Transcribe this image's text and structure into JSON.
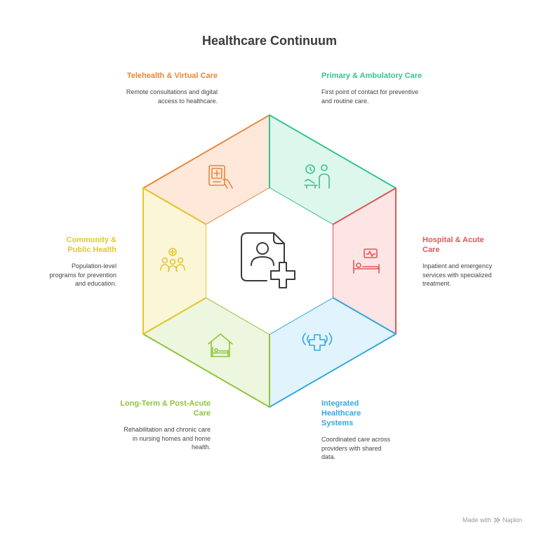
{
  "title": "Healthcare Continuum",
  "segments": [
    {
      "key": "telehealth",
      "title": "Telehealth & Virtual Care",
      "description": "Remote consultations and digital access to healthcare.",
      "color": "#e8863a",
      "fill": "#fde8d9",
      "icon": "tablet-medical-icon"
    },
    {
      "key": "primary",
      "title": "Primary & Ambulatory Care",
      "description": "First point of contact for preventive and routine care.",
      "color": "#35c48b",
      "fill": "#def7ec",
      "icon": "clinic-visit-icon"
    },
    {
      "key": "hospital",
      "title": "Hospital & Acute Care",
      "description": "Inpatient and emergency services with specialized treatment.",
      "color": "#e05757",
      "fill": "#fde5e5",
      "icon": "hospital-bed-icon"
    },
    {
      "key": "integrated",
      "title": "Integrated Healthcare Systems",
      "description": "Coordinated care across providers with shared data.",
      "color": "#33a8e0",
      "fill": "#e1f3fc",
      "icon": "connected-cross-icon"
    },
    {
      "key": "longterm",
      "title": "Long-Term & Post-Acute Care",
      "description": "Rehabilitation and chronic care in nursing homes and home health.",
      "color": "#8fc43a",
      "fill": "#edf6de",
      "icon": "home-bed-icon"
    },
    {
      "key": "community",
      "title": "Community & Public Health",
      "description": "Population-level programs for prevention and education.",
      "color": "#e6c52e",
      "fill": "#fcf6d9",
      "icon": "community-people-icon"
    }
  ],
  "center_icon": "patient-record-icon",
  "watermark": {
    "text": "Made with",
    "brand": "Napkin",
    "icon": "napkin-logo-icon"
  }
}
